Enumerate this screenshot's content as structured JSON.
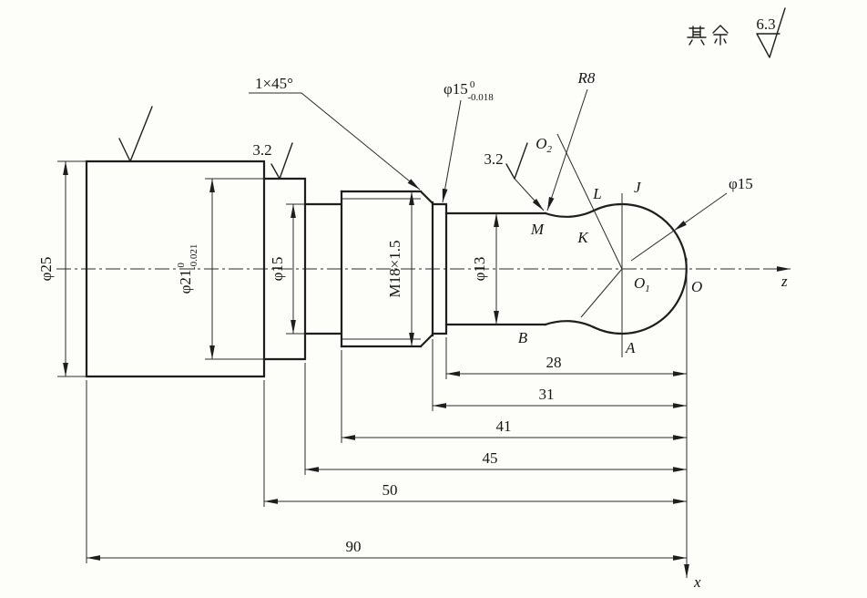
{
  "background": "#fdfdfa",
  "ink": "#1e1e1e",
  "general_finish": {
    "prefix": "其余",
    "value": "6.3"
  },
  "surface_finishes": {
    "flange_top": "3.2",
    "neck": "3.2"
  },
  "chamfer_label": "1×45°",
  "diameter_labels": {
    "d25": "φ25",
    "d21": {
      "base": "φ21",
      "upper": "0",
      "lower": "-0.021"
    },
    "d15_groove": "φ15",
    "thread": "M18×1.5",
    "d13": "φ13",
    "d15_journal": {
      "base": "φ15",
      "upper": "0",
      "lower": "-0.018"
    },
    "d15_ball": "φ15",
    "r8": "R8"
  },
  "length_dims": [
    "28",
    "31",
    "41",
    "45",
    "50",
    "90"
  ],
  "points": {
    "O": "O",
    "O1": {
      "base": "O",
      "sub": "1"
    },
    "O2": {
      "base": "O",
      "sub": "2"
    },
    "A": "A",
    "B": "B",
    "J": "J",
    "K": "K",
    "L": "L",
    "M": "M"
  },
  "axes": {
    "horizontal": "z",
    "vertical": "x"
  }
}
